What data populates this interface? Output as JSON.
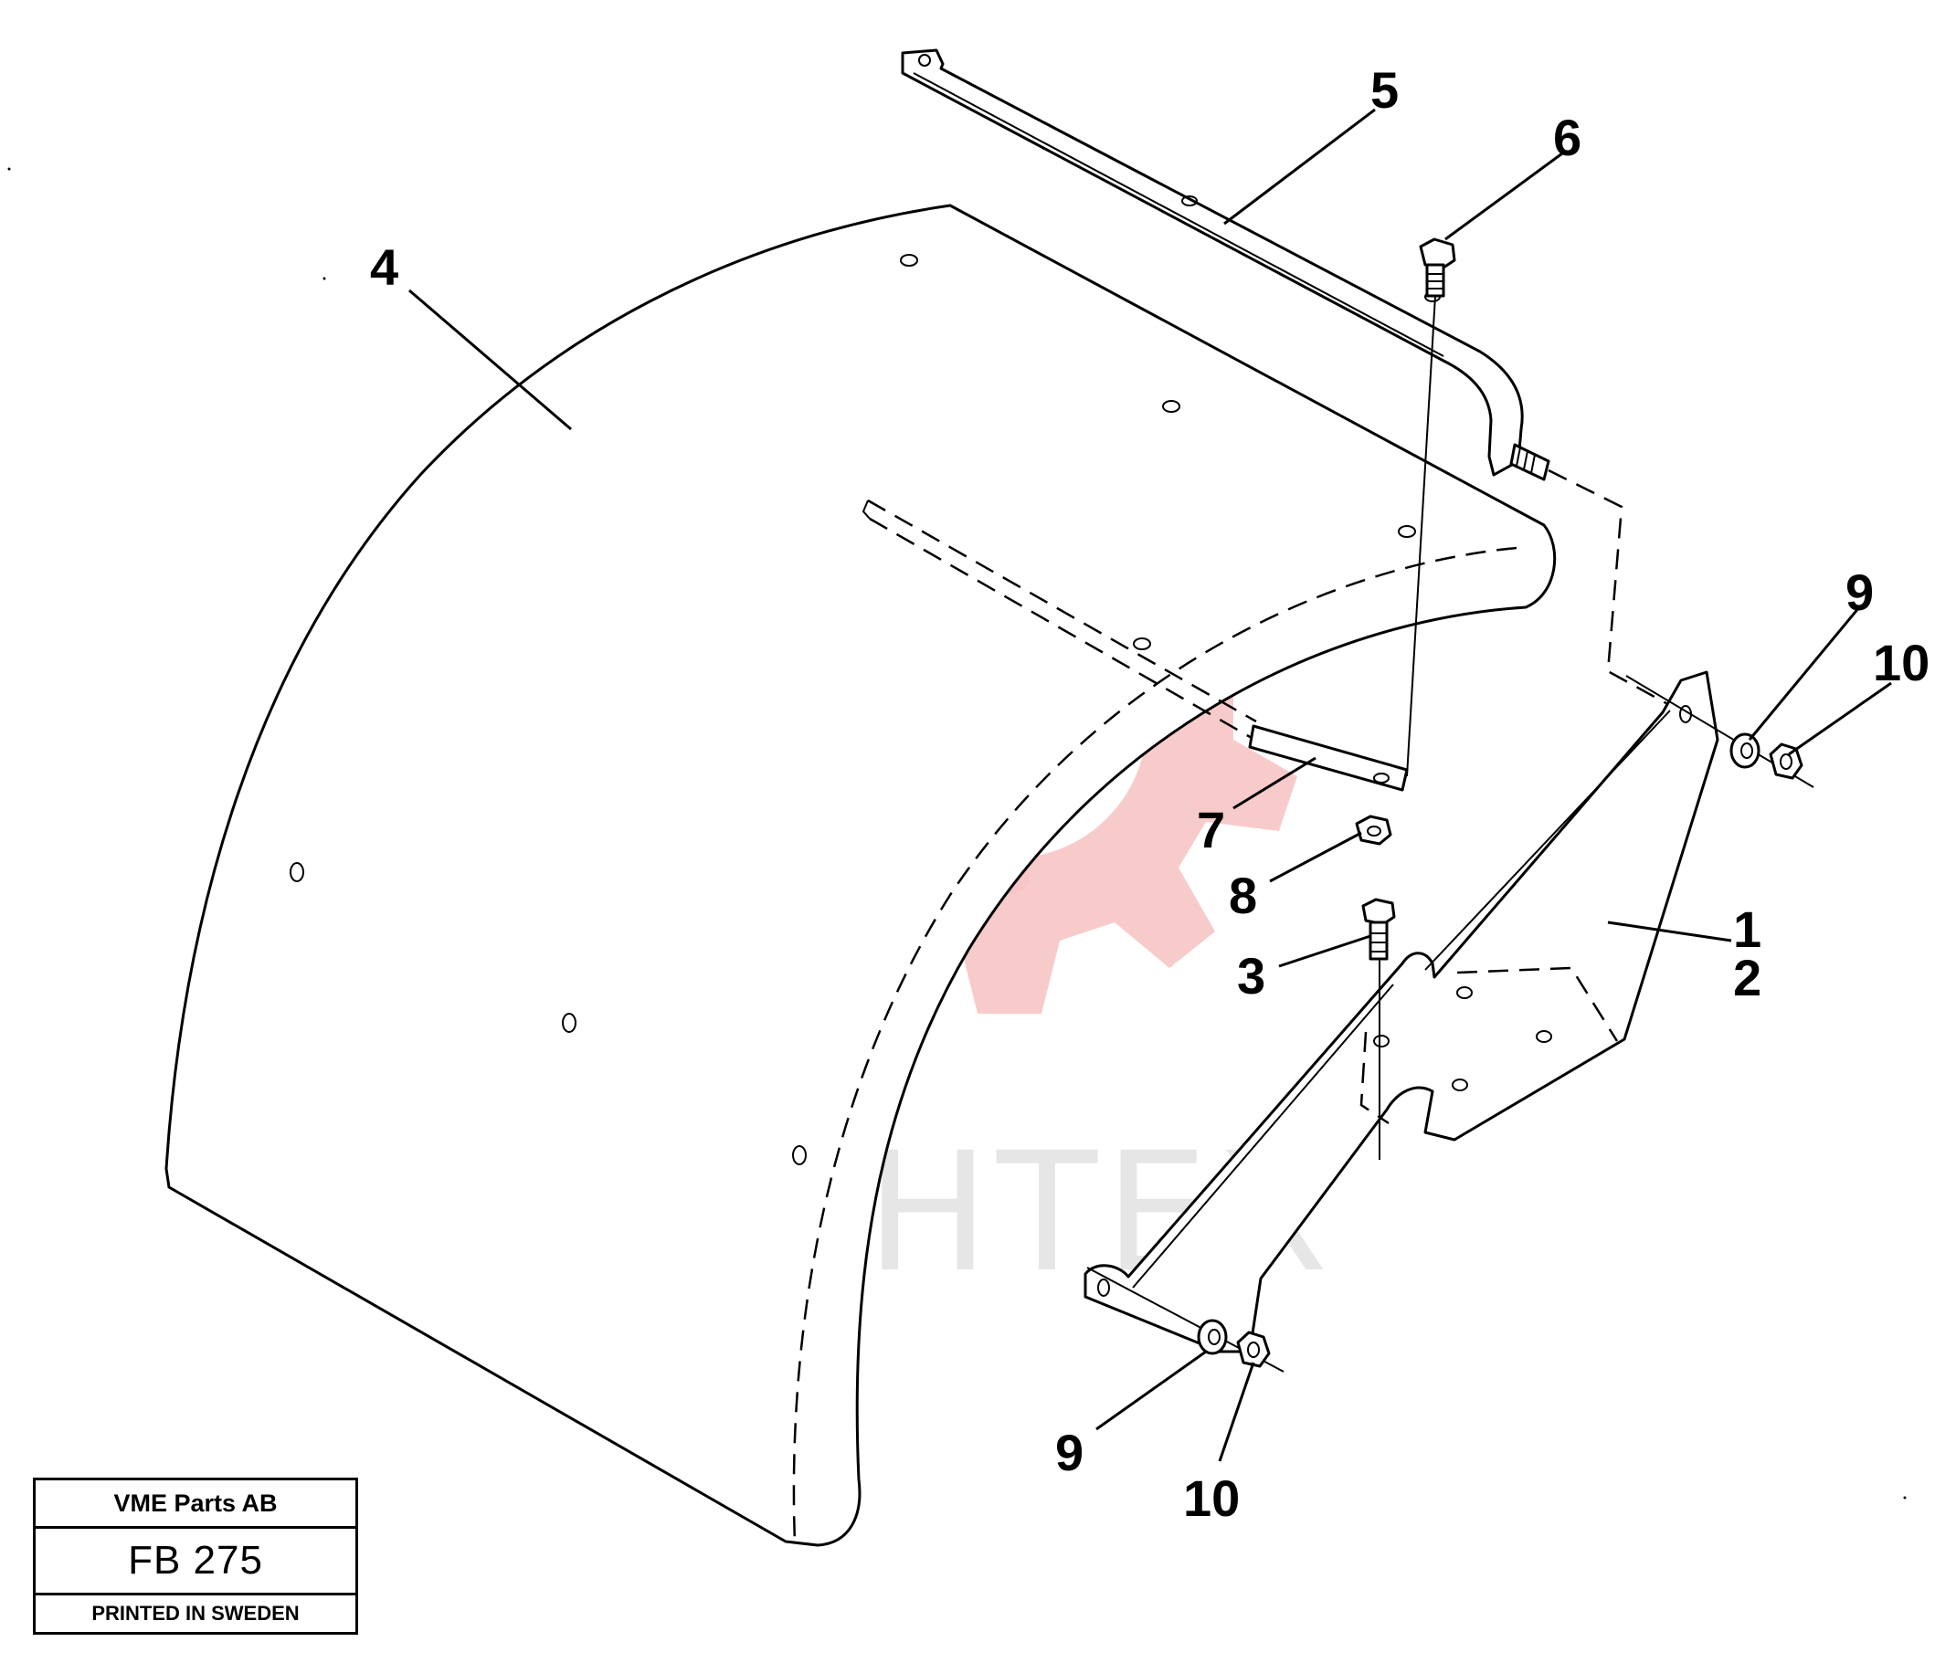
{
  "watermark": {
    "text": "ИНТЕХ",
    "gear_color": "#f7c5c5",
    "text_color": "#e6e6e6"
  },
  "callouts": [
    {
      "id": "c1",
      "text": "1"
    },
    {
      "id": "c2",
      "text": "2"
    },
    {
      "id": "c3",
      "text": "3"
    },
    {
      "id": "c4",
      "text": "4"
    },
    {
      "id": "c5",
      "text": "5"
    },
    {
      "id": "c6",
      "text": "6"
    },
    {
      "id": "c7",
      "text": "7"
    },
    {
      "id": "c8",
      "text": "8"
    },
    {
      "id": "c9a",
      "text": "9"
    },
    {
      "id": "c10a",
      "text": "10"
    },
    {
      "id": "c9b",
      "text": "9"
    },
    {
      "id": "c10b",
      "text": "10"
    }
  ],
  "title_block": {
    "company": "VME Parts AB",
    "code": "FB 275",
    "footer": "PRINTED IN SWEDEN"
  }
}
